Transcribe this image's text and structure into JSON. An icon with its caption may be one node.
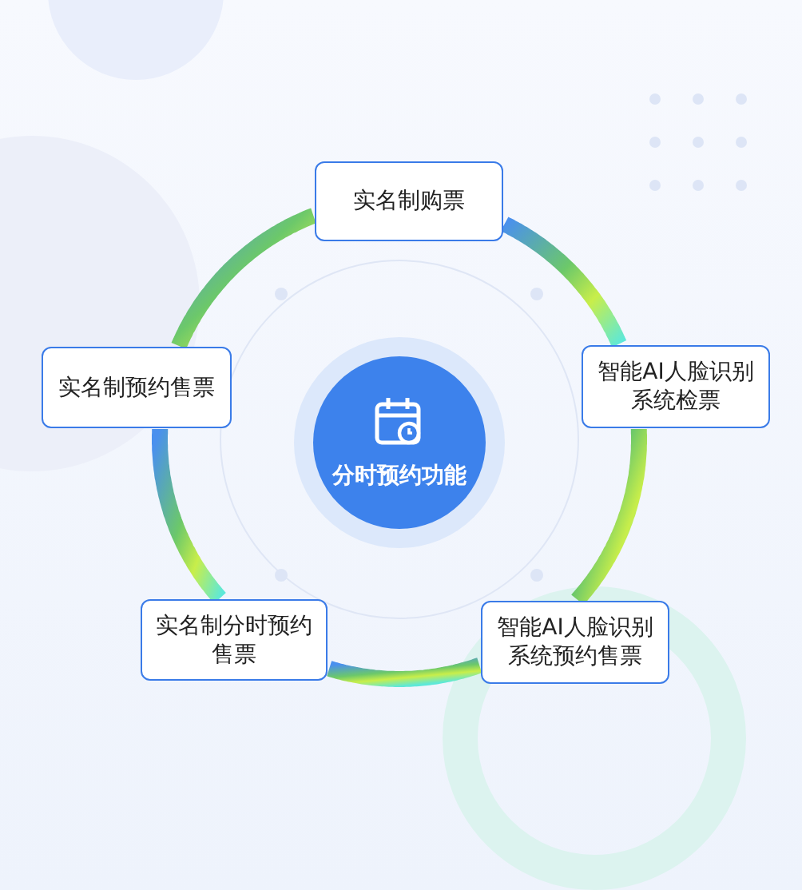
{
  "diagram": {
    "nodes": [
      {
        "text": [
          "分时预约功能"
        ]
      },
      {
        "text": [
          "实名制购票"
        ]
      },
      {
        "text": [
          "智能AI人脸识别系统检票"
        ]
      },
      {
        "text": [
          "智能AI人脸识别系统预约售票"
        ]
      },
      {
        "text": [
          "实名制分时预约售票"
        ]
      },
      {
        "text": [
          "实名制预约售票"
        ]
      }
    ],
    "edges": [
      {
        "from": 1,
        "to": 2,
        "arrow": "none"
      },
      {
        "from": 2,
        "to": 3,
        "arrow": "none"
      },
      {
        "from": 3,
        "to": 4,
        "arrow": "none"
      },
      {
        "from": 4,
        "to": 5,
        "arrow": "none"
      },
      {
        "from": 5,
        "to": 1,
        "arrow": "none"
      }
    ]
  }
}
